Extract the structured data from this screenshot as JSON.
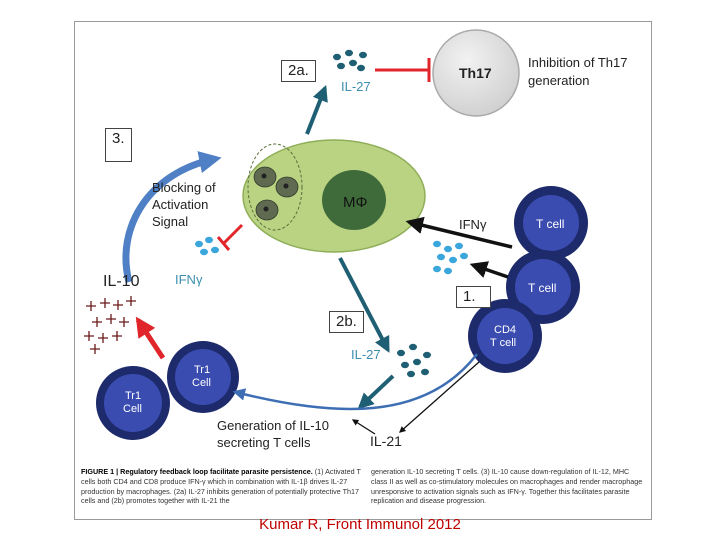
{
  "diagram": {
    "labels": {
      "box_2a": "2a.",
      "box_3": "3.",
      "box_2b": "2b.",
      "box_1": "1.",
      "il27_top": "IL-27",
      "il27_bottom": "IL-27",
      "th17": "Th17",
      "inhibition_line1": "Inhibition of Th17",
      "inhibition_line2": "generation",
      "blocking_line1": "Blocking of",
      "blocking_line2": "Activation",
      "blocking_line3": "Signal",
      "macrophage": "MΦ",
      "ifng_right": "IFNγ",
      "ifng_left": "IFNγ",
      "il10": "IL-10",
      "tcell_top": "T cell",
      "tcell_bottom": "T cell",
      "cd4_line1": "CD4",
      "cd4_line2": "T cell",
      "tr1_back_line1": "Tr1",
      "tr1_back_line2": "Cell",
      "tr1_front_line1": "Tr1",
      "tr1_front_line2": "Cell",
      "generation_line1": "Generation of IL-10",
      "generation_line2": "secreting T cells",
      "il21": "IL-21"
    },
    "colors": {
      "teal": "#1f5f73",
      "light_blue": "#3aa6dc",
      "macrophage_fill": "#b9d383",
      "nucleus_fill": "#3f6b3a",
      "tcell_outer": "#1d2a6b",
      "tcell_inner": "#3a4cb0",
      "th17_fill": "#d8d8d8",
      "inhibit_red": "#e0262b",
      "il10_mark": "#6b1a1a",
      "arrow_blue": "#3d6eb4"
    }
  },
  "caption": {
    "heading": "FIGURE 1 | Regulatory feedback loop facilitate parasite persistence.",
    "left_body": "(1) Activated T cells both CD4 and CD8 produce IFN-γ which in combination with IL-1β drives IL-27 production by macrophages. (2a) IL-27 inhibits generation of potentially protective Th17 cells and (2b) promotes together with IL-21 the",
    "right_body": "generation IL-10 secreting T cells. (3) IL-10 cause down-regulation of IL-12, MHC class II as well as co-stimulatory molecules on macrophages and render macrophage unresponsive to activation signals such as IFN-γ. Together this facilitates parasite replication and disease progression."
  },
  "citation": "Kumar R, Front Immunol 2012"
}
